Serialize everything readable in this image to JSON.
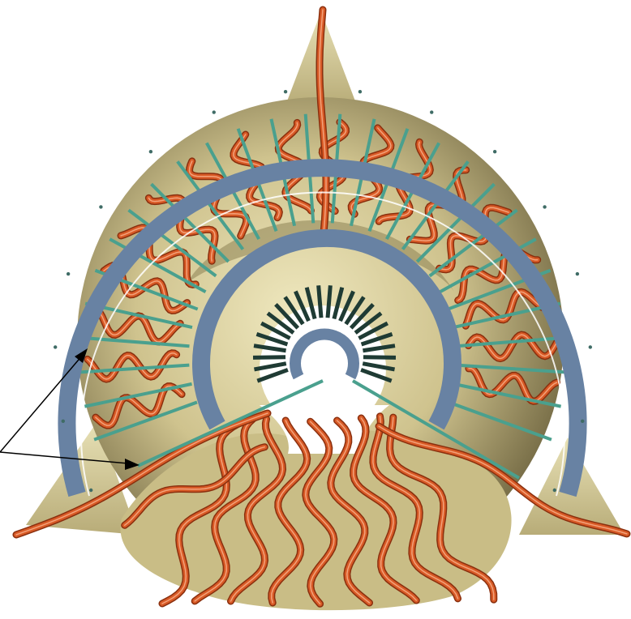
{
  "figure": {
    "labels": [],
    "colors": {
      "background": "#ffffff",
      "body_light": "#efe8bf",
      "body_mid": "#cfc38e",
      "body_dark": "#6f6540",
      "ring": "#6882a3",
      "ring_edge": "#4b5f7c",
      "spoke": "#4aa08e",
      "inner_spoke": "#1f3b34",
      "fiber": "#d85a26",
      "fiber_highlight": "#f3a27a",
      "arrow": "#000000"
    },
    "components": {
      "outer_ring": "outer-ring",
      "middle_ring": "middle-ring",
      "inner_ring": "inner-ring",
      "radial_spokes": "radial-spokes",
      "fiber_bundles": "fiber-bundles",
      "annotation_arrows": "annotation-arrows"
    }
  }
}
